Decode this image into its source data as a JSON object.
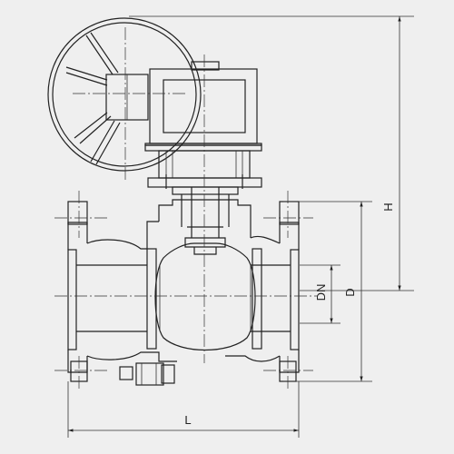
{
  "drawing": {
    "subject": "ball-valve-with-gear-operator",
    "dimensions": {
      "H": "H",
      "DN": "DN",
      "D": "D",
      "L": "L"
    }
  }
}
